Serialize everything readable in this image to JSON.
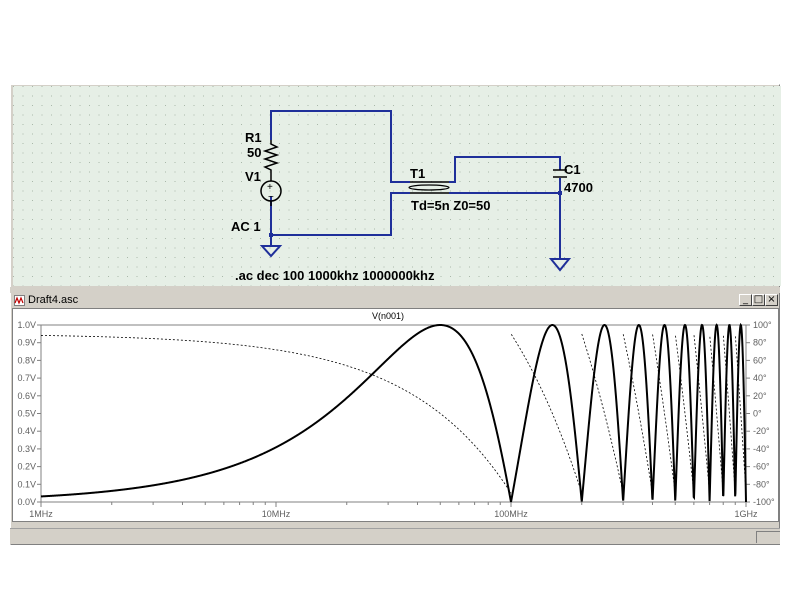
{
  "schematic": {
    "r1_name": "R1",
    "r1_value": "50",
    "v1_name": "V1",
    "v1_value": "AC 1",
    "t1_name": "T1",
    "t1_params": "Td=5n Z0=50",
    "c1_name": "C1",
    "c1_value": "4700",
    "directive": ".ac dec 100 1000khz 1000000khz"
  },
  "plot_window": {
    "title": "Draft4.asc",
    "minimize_label": "_",
    "restore_label": "□",
    "close_label": "×"
  },
  "chart_data": {
    "type": "line",
    "title": "V(n001)",
    "x_scale": "log",
    "xlim": [
      "1MHz",
      "1GHz"
    ],
    "x_ticks": [
      "1MHz",
      "10MHz",
      "100MHz",
      "1GHz"
    ],
    "left_ticks": [
      "1.0V",
      "0.9V",
      "0.8V",
      "0.7V",
      "0.6V",
      "0.5V",
      "0.4V",
      "0.3V",
      "0.2V",
      "0.1V",
      "0.0V"
    ],
    "right_ticks": [
      "100°",
      "80°",
      "60°",
      "40°",
      "20°",
      "0°",
      "-20°",
      "-40°",
      "-60°",
      "-80°",
      "-100°"
    ],
    "ylim_left": [
      0.0,
      1.0
    ],
    "ylim_right": [
      -100,
      100
    ],
    "series": [
      {
        "style": "solid-thick",
        "color": "#000000",
        "description_points": [
          [
            1,
            0.03
          ],
          [
            10,
            0.31
          ],
          [
            30,
            0.85
          ],
          [
            50,
            1.0
          ],
          [
            100,
            0.0
          ],
          [
            150,
            1.0
          ],
          [
            200,
            0.0
          ],
          [
            250,
            1.0
          ],
          [
            300,
            0.0
          ]
        ]
      },
      {
        "style": "dotted",
        "color": "#000000",
        "description_points": [
          [
            1,
            89
          ],
          [
            10,
            72
          ],
          [
            30,
            34
          ],
          [
            50,
            0
          ],
          [
            100,
            -89
          ],
          [
            100,
            89
          ],
          [
            150,
            0
          ],
          [
            200,
            -89
          ]
        ]
      }
    ],
    "grid": false
  },
  "colors": {
    "wire": "#1f2f9a",
    "schematic_bg": "#e6efe6",
    "grid_dot": "#a9b8a9",
    "chrome": "#d4d0c8"
  }
}
